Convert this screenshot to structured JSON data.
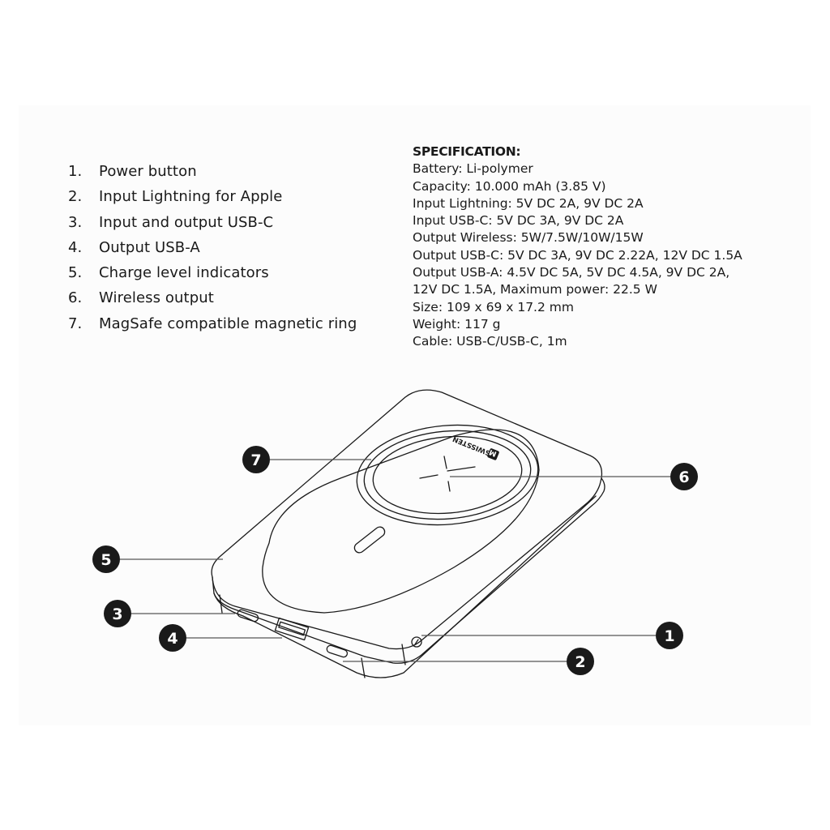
{
  "legend": {
    "items": [
      {
        "number": "1.",
        "label": "Power button"
      },
      {
        "number": "2.",
        "label": "Input Lightning for Apple"
      },
      {
        "number": "3.",
        "label": "Input and output USB-C"
      },
      {
        "number": "4.",
        "label": "Output USB-A"
      },
      {
        "number": "5.",
        "label": "Charge level indicators"
      },
      {
        "number": "6.",
        "label": "Wireless output"
      },
      {
        "number": "7.",
        "label": "MagSafe compatible magnetic ring"
      }
    ]
  },
  "specification": {
    "title": "SPECIFICATION:",
    "lines": [
      "Battery: Li-polymer",
      "Capacity: 10.000 mAh (3.85 V)",
      "Input Lightning: 5V DC 2A, 9V DC 2A",
      "Input USB-C: 5V DC 3A, 9V DC 2A",
      "Output Wireless: 5W/7.5W/10W/15W",
      "Output USB-C: 5V DC 3A, 9V DC 2.22A, 12V DC 1.5A",
      "Output USB-A: 4.5V DC 5A, 5V DC 4.5A, 9V DC 2A,",
      "12V DC 1.5A, Maximum power: 22.5 W",
      "Size: 109 x 69 x 17.2 mm",
      "Weight: 117 g",
      "Cable: USB-C/USB-C, 1m"
    ]
  },
  "diagram": {
    "brand": "SWISSTEN",
    "brand_logo_letter": "M",
    "callouts": [
      {
        "id": "1",
        "label": "1"
      },
      {
        "id": "2",
        "label": "2"
      },
      {
        "id": "3",
        "label": "3"
      },
      {
        "id": "4",
        "label": "4"
      },
      {
        "id": "5",
        "label": "5"
      },
      {
        "id": "6",
        "label": "6"
      },
      {
        "id": "7",
        "label": "7"
      }
    ],
    "colors": {
      "line": "#1a1a1a",
      "leader": "#555555",
      "callout_fill": "#1a1a1a",
      "callout_text": "#ffffff"
    }
  }
}
